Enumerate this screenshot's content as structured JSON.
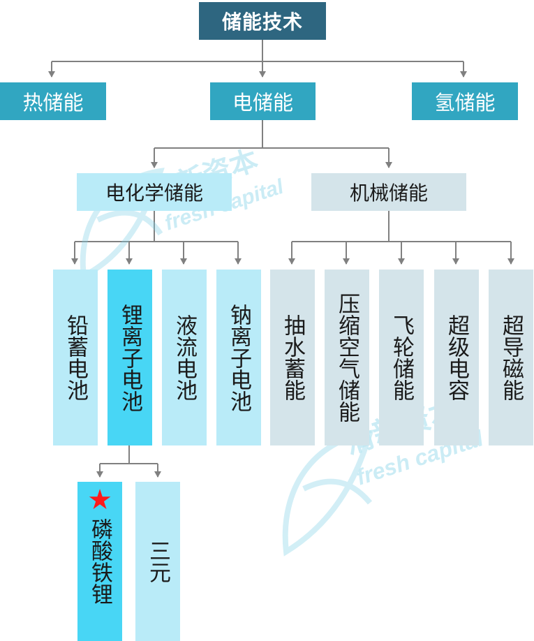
{
  "root": "储能技术",
  "level1": [
    "热储能",
    "电储能",
    "氢储能"
  ],
  "electric": {
    "chemical": "电化学储能",
    "mechanical": "机械储能"
  },
  "chemical_items": [
    "铅蓄电池",
    "锂离子电池",
    "液流电池",
    "钠离子电池"
  ],
  "mechanical_items": [
    "抽水蓄能",
    "压缩空气储能",
    "飞轮储能",
    "超级电容",
    "超导磁能"
  ],
  "lithium_items": [
    "磷酸铁锂",
    "三元"
  ],
  "marker": {
    "symbol": "★",
    "color": "#ff1a1a"
  },
  "watermark": {
    "cn": "清新资本",
    "en": "fresh capital"
  },
  "colors": {
    "root": "#2e6680",
    "level1": "#31a6c1",
    "chemical": "#b9ebf8",
    "highlight": "#48d6f5",
    "mechanical": "#d4e4ea",
    "connector": "#808080"
  }
}
